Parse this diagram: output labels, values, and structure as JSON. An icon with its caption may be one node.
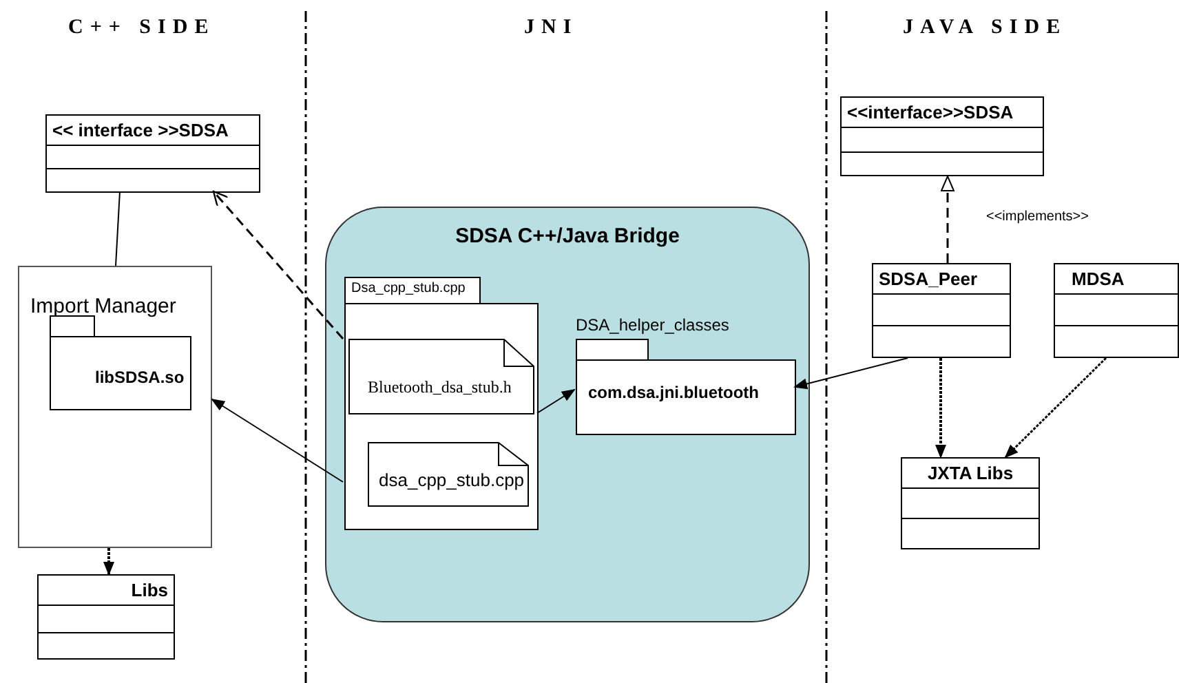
{
  "diagram": {
    "nodes": [
      {
        "text": [
          "<< interface  >>SDSA"
        ]
      },
      {
        "text": [
          "Import Manager"
        ]
      },
      {
        "text": [
          "libSDSA.so"
        ],
        "in": 1
      },
      {
        "text": [
          "SDSA C++/Java Bridge"
        ]
      },
      {
        "text": [
          "Dsa_cpp_stub.cpp"
        ],
        "in": 3
      },
      {
        "text": [
          "Bluetooth_dsa_stub.h"
        ],
        "in": 4
      },
      {
        "text": [
          "dsa_cpp_stub.cpp"
        ],
        "in": 4
      },
      {
        "text": [
          "DSA_helper_classes",
          "com.dsa.jni.bluetooth"
        ],
        "in": 3
      },
      {
        "text": [
          "Libs"
        ]
      },
      {
        "text": [
          "<<interface>>SDSA"
        ]
      },
      {
        "text": [
          "SDSA_Peer"
        ]
      },
      {
        "text": [
          "MDSA"
        ]
      },
      {
        "text": [
          "JXTA Libs"
        ]
      }
    ],
    "edges": [
      {
        "from": 0,
        "to": 1,
        "arrow": "none"
      },
      {
        "from": 4,
        "to": 0,
        "arrow": "to",
        "style": "dashed"
      },
      {
        "from": 4,
        "to": 1,
        "arrow": "to"
      },
      {
        "from": 4,
        "to": 7,
        "arrow": "to"
      },
      {
        "from": 10,
        "to": 7,
        "arrow": "to"
      },
      {
        "from": 10,
        "to": 9,
        "arrow": "to",
        "style": "dashed",
        "label": "<<implements>>"
      },
      {
        "from": 10,
        "to": 12,
        "arrow": "to",
        "style": "dashed"
      },
      {
        "from": 11,
        "to": 12,
        "arrow": "to",
        "style": "dashed"
      },
      {
        "from": 1,
        "to": 8,
        "arrow": "to",
        "style": "dashed"
      }
    ],
    "labels": [
      "C++ SIDE",
      "JNI",
      "JAVA SIDE"
    ]
  }
}
